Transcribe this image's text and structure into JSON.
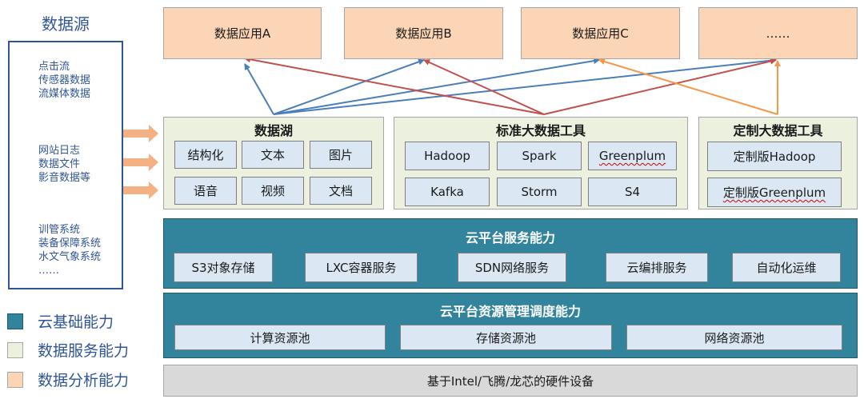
{
  "source": {
    "title": "数据源",
    "group1": [
      "点击流",
      "传感器数据",
      "流媒体数据"
    ],
    "group2": [
      "网站日志",
      "数据文件",
      "影音数据等"
    ],
    "group3": [
      "训管系统",
      "装备保障系统",
      "水文气象系统",
      "……"
    ]
  },
  "legend": [
    {
      "label": "云基础能力",
      "color": "#31849b"
    },
    {
      "label": "数据服务能力",
      "color": "#ebf1de"
    },
    {
      "label": "数据分析能力",
      "color": "#fbd5b5"
    }
  ],
  "apps": [
    "数据应用A",
    "数据应用B",
    "数据应用C",
    "……"
  ],
  "datalake": {
    "title": "数据湖",
    "items": [
      "结构化",
      "文本",
      "图片",
      "语音",
      "视频",
      "文档"
    ]
  },
  "std_tools": {
    "title": "标准大数据工具",
    "items": [
      "Hadoop",
      "Spark",
      "Greenplum",
      "Kafka",
      "Storm",
      "S4"
    ]
  },
  "custom_tools": {
    "title": "定制大数据工具",
    "items": [
      "定制版Hadoop",
      "定制版Greenplum"
    ]
  },
  "cloud_service": {
    "title": "云平台服务能力",
    "items": [
      "S3对象存储",
      "LXC容器服务",
      "SDN网络服务",
      "云编排服务",
      "自动化运维"
    ]
  },
  "cloud_resource": {
    "title": "云平台资源管理调度能力",
    "items": [
      "计算资源池",
      "存储资源池",
      "网络资源池"
    ]
  },
  "hardware": {
    "label": "基于Intel/飞腾/龙芯的硬件设备"
  },
  "colors": {
    "arrow_blue": "#4a7ebb",
    "arrow_red": "#c0504d",
    "arrow_orange": "#f79646",
    "text_blue": "#2f5597"
  }
}
